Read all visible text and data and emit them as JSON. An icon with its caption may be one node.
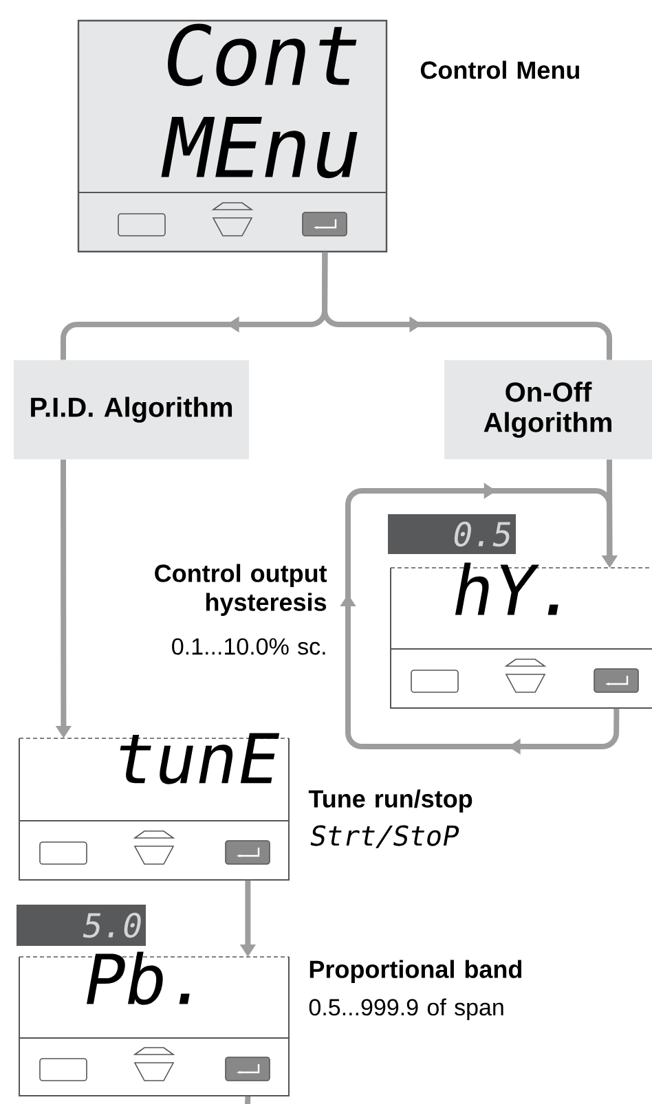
{
  "diagram": {
    "nodes": [
      {
        "text": [
          "Cont",
          "MEnu"
        ],
        "beside": [
          "Control Menu"
        ]
      },
      {
        "text": [
          "P.I.D. Algorithm"
        ]
      },
      {
        "text": [
          "On-Off Algorithm"
        ]
      },
      {
        "text": [
          "hY."
        ],
        "beside": [
          "Control output hysteresis",
          "0.1...10.0% sc."
        ]
      },
      {
        "text": [
          "0.5"
        ]
      },
      {
        "text": [
          "tunE"
        ],
        "beside": [
          "Tune run/stop",
          "Strt/StoP"
        ]
      },
      {
        "text": [
          "5.0"
        ]
      },
      {
        "text": [
          "Pb."
        ],
        "beside": [
          "Proportional band",
          "0.5...999.9 of span"
        ]
      }
    ],
    "edges": [
      {
        "from": 0,
        "to": 1,
        "arrow": "to"
      },
      {
        "from": 0,
        "to": 2,
        "arrow": "to"
      },
      {
        "from": 1,
        "to": 5,
        "arrow": "to"
      },
      {
        "from": 2,
        "to": 3,
        "arrow": "to"
      },
      {
        "from": 3,
        "to": 3,
        "arrow": "to"
      },
      {
        "from": 5,
        "to": 7,
        "arrow": "to"
      },
      {
        "from": 7,
        "to": null,
        "arrow": "none"
      }
    ]
  }
}
